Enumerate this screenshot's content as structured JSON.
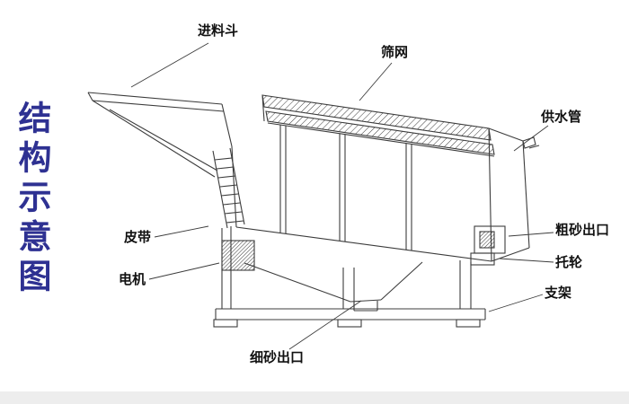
{
  "title": {
    "text": "结构示意图"
  },
  "labels": {
    "feed_hopper": "进料斗",
    "screen_mesh": "筛网",
    "water_pipe": "供水管",
    "coarse_sand_outlet": "粗砂出口",
    "support_roller": "托轮",
    "support_frame": "支架",
    "belt": "皮带",
    "motor": "电机",
    "fine_sand_outlet": "细砂出口"
  },
  "colors": {
    "title": "#2e3192",
    "line": "#3c3c3c",
    "label_text": "#111111",
    "footer_bar": "#ededed"
  }
}
